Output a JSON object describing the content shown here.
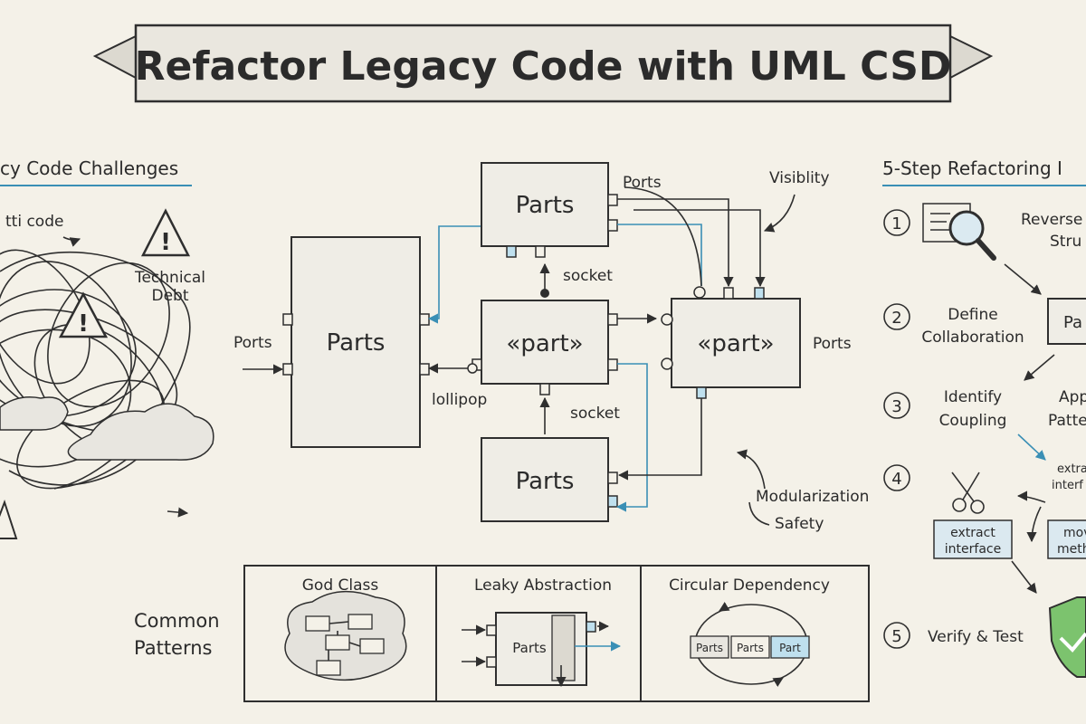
{
  "title": "Refactor Legacy Code with UML CSD",
  "left": {
    "heading": "cy Code Challenges",
    "spaghetti": "tti code",
    "debt_line1": "Technical",
    "debt_line2": "Debt"
  },
  "center": {
    "big_part": "Parts",
    "top_part": "Parts",
    "bottom_part": "Parts",
    "mid_part": "«part»",
    "right_part": "«part»",
    "label_ports_left": "Ports",
    "label_ports_top": "Ports",
    "label_ports_right": "Ports",
    "label_visibility": "Visiblity",
    "label_socket_top": "socket",
    "label_socket_bottom": "socket",
    "label_lollipop": "lollipop",
    "label_modularization": "Modularization",
    "label_safety": "Safety"
  },
  "patterns": {
    "heading_line1": "Common",
    "heading_line2": "Patterns",
    "god_class": "God Class",
    "leaky": "Leaky Abstraction",
    "leaky_part": "Parts",
    "circular": "Circular Dependency",
    "circ_a": "Parts",
    "circ_b": "Parts",
    "circ_c": "Part"
  },
  "steps": {
    "heading": "5-Step Refactoring I",
    "n1": "1",
    "s1_line1": "Reverse",
    "s1_line2": "Stru",
    "n2": "2",
    "s2_line1": "Define",
    "s2_line2": "Collaboration",
    "s2_box": "Pa",
    "n3": "3",
    "s3_line1": "Identify",
    "s3_line2": "Coupling",
    "s3_r1": "App",
    "s3_r2": "Patte",
    "n4": "4",
    "s4_extra1": "extra",
    "s4_extra2": "interf",
    "s4_box1a": "extract",
    "s4_box1b": "interface",
    "s4_box2a": "mov",
    "s4_box2b": "meth",
    "n5": "5",
    "s5": "Verify & Test"
  },
  "colors": {
    "background": "#f4f1e8",
    "accent": "#3a8fb5",
    "shield": "#7cc36e"
  }
}
